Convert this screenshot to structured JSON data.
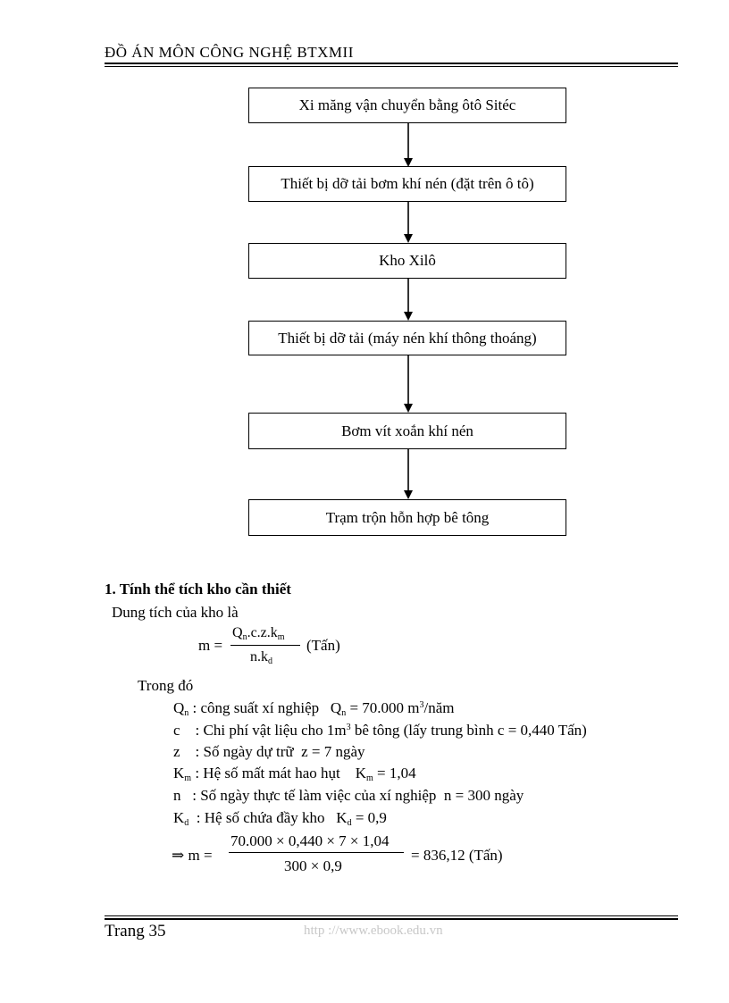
{
  "header": {
    "title": "ĐỒ ÁN MÔN CÔNG NGHỆ BTXMII"
  },
  "flowchart": {
    "steps": [
      "Xi măng vận chuyển bằng ôtô Sitéc",
      "Thiết bị dỡ tải bơm khí nén (đặt trên ô tô)",
      "Kho Xilô",
      "Thiết bị dỡ tải (máy nén khí thông thoáng)",
      "Bơm vít xoắn khí nén",
      "Trạm trộn hỗn hợp bê tông"
    ]
  },
  "section": {
    "title": "1. Tính thể tích kho cần thiết",
    "intro": "Dung tích của kho là",
    "formula": {
      "lhs": "m =",
      "num_Q": "Q",
      "num_Q_sub": "n",
      "num_mid": ".c.z.k",
      "num_k_sub": "m",
      "den_main": "n.k",
      "den_sub": "d",
      "unit": "(Tấn)"
    },
    "where": "Trong đó",
    "defs": {
      "qn_sym": "Q",
      "qn_sub": "n",
      "qn_text": " : công suất xí nghiệp   Q",
      "qn_sub2": "n",
      "qn_val": " = 70.000 m",
      "qn_sup": "3",
      "qn_tail": "/năm",
      "c_text": "c    : Chi phí vật liệu cho 1m",
      "c_sup": "3",
      "c_tail": " bê tông (lấy trung bình c = 0,440 Tấn)",
      "z_text": "z    : Số ngày dự trữ  z = 7 ngày",
      "km_sym": "K",
      "km_sub": "m",
      "km_text": " : Hệ số mất mát hao hụt    K",
      "km_sub2": "m",
      "km_val": " = 1,04",
      "n_text": "n   : Số ngày thực tế làm việc của xí nghiệp  n = 300 ngày",
      "kd_sym": "K",
      "kd_sub": "d",
      "kd_text": "  : Hệ số chứa đầy kho   K",
      "kd_sub2": "d",
      "kd_val": " = 0,9"
    },
    "result": {
      "lhs": "⇒ m =",
      "numerator": "70.000 × 0,440 × 7 × 1,04",
      "denominator": "300 × 0,9",
      "rhs": "= 836,12 (Tấn)"
    }
  },
  "footer": {
    "page": "Trang 35",
    "url": "http ://www.ebook.edu.vn"
  }
}
